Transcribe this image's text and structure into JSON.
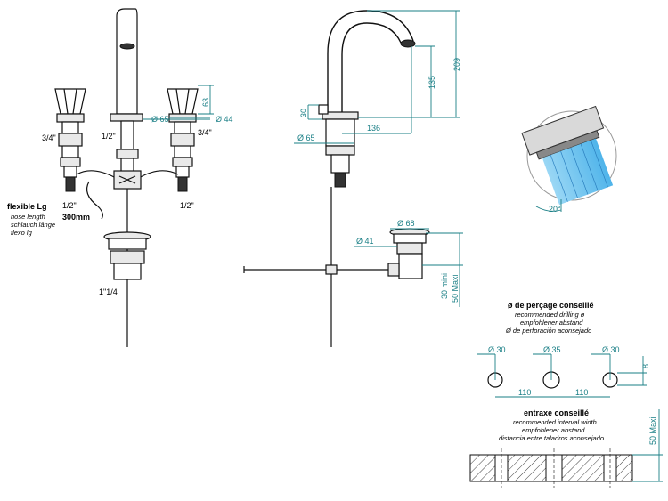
{
  "front_view": {
    "dimensions": {
      "d65": "Ø 65",
      "d44": "Ø 44",
      "h63": "63"
    },
    "labels": {
      "thread_left": "3/4\"",
      "thread_right": "3/4\"",
      "half_inch_mid": "1/2\"",
      "half_inch_left": "1/2\"",
      "half_inch_right": "1/2\"",
      "drain_thread": "1\"1/4"
    },
    "hose": {
      "title": "flexible Lg",
      "en": "hose length",
      "de": "schlauch länge",
      "es": "flexo lg",
      "length": "300mm"
    }
  },
  "side_view": {
    "dimensions": {
      "h209": "209",
      "h135": "135",
      "h30": "30",
      "reach136": "136",
      "d65": "Ø 65",
      "d68": "Ø 68",
      "d41": "Ø 41",
      "min30": "30 mini",
      "max50": "50 Maxi"
    }
  },
  "aerator": {
    "angle": "20°"
  },
  "drilling": {
    "title": "ø de perçage conseillé",
    "en": "recommended drilling ø",
    "de": "empfohlener abstand",
    "es": "Ø de perforación aconsejado",
    "d_left": "Ø 30",
    "d_mid": "Ø 35",
    "d_right": "Ø 30",
    "offset": "8",
    "spacing_left": "110",
    "spacing_right": "110"
  },
  "spacing": {
    "title": "entraxe conseillé",
    "en": "recommended interval width",
    "de": "empfohlener abstand",
    "es": "distancia entre taladros aconsejado",
    "max": "50 Maxi"
  }
}
